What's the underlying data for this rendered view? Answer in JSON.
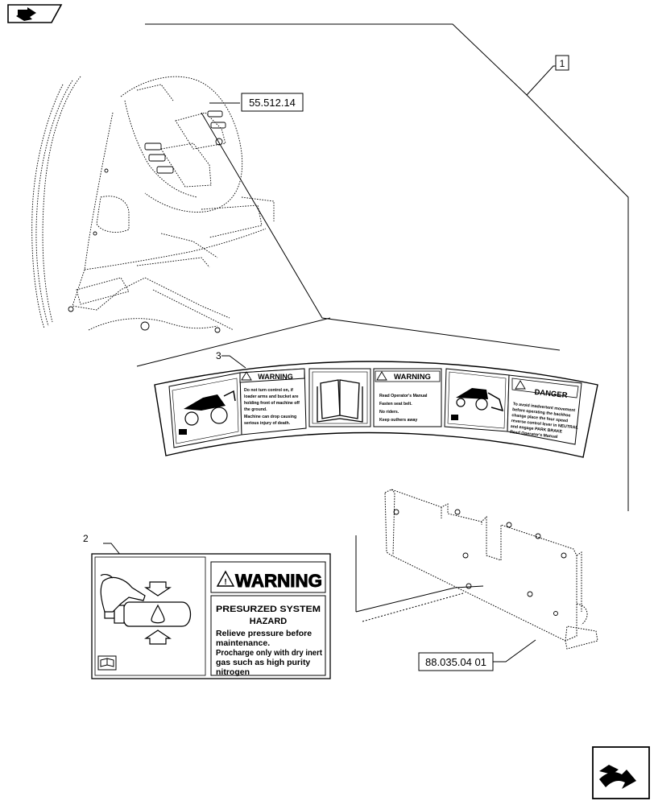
{
  "refs": {
    "top_ref": "55.512.14",
    "bracket_ref": "88.035.04 01"
  },
  "items": {
    "item1": "1",
    "item2": "2",
    "item3": "3"
  },
  "decal3": {
    "warning1": "WARNING",
    "warning1_lines": [
      "Do not turn control on, if",
      "loader arms and bucket are",
      "holding front of machine off",
      "the ground.",
      "Machine can drop causing",
      "serious injury of death."
    ],
    "warning2": "WARNING",
    "warning2_lines": [
      "Read Operator's Manual",
      "Fasten seat belt.",
      "No riders.",
      "Keep outhers away"
    ],
    "danger": "DANGER",
    "danger_lines": [
      "To avoid inadvertent movement",
      "before operating the backhoe",
      "change place the four speed",
      "reverse control lever in NEUTRAL",
      "and engage PARK BRAKE",
      "Read Operator's Manual"
    ]
  },
  "decal2": {
    "warning": "WARNING",
    "heading_line1": "PRESURZED SYSTEM",
    "heading_line2": "HAZARD",
    "body_lines": [
      "Relieve pressure before",
      "maintenance.",
      "Procharge only with dry inert",
      "gas such as high purity",
      "nitrogen"
    ]
  },
  "icons": {
    "top_left": "forward-arrow-icon",
    "bottom_right": "next-page-icon"
  }
}
